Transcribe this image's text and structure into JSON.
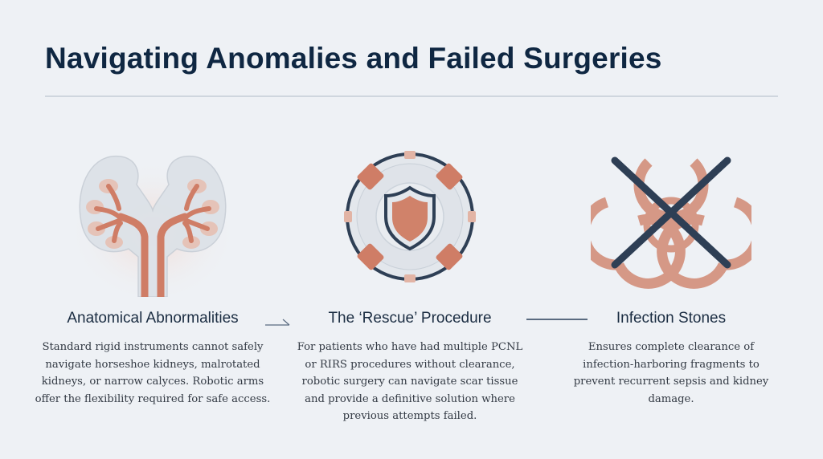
{
  "slide": {
    "title": "Navigating Anomalies and Failed Surgeries",
    "colors": {
      "background": "#eef1f5",
      "title": "#0f2742",
      "accent": "#d98d76",
      "dark": "#2e3f55"
    }
  },
  "columns": [
    {
      "icon": "kidney-icon",
      "heading": "Anatomical Abnormalities",
      "body": "Standard rigid instruments cannot safely navigate horseshoe kidneys, malrotated kidneys, or narrow calyces. Robotic arms offer the flexibility required for safe access."
    },
    {
      "icon": "lifebuoy-shield-icon",
      "heading": "The ‘Rescue’ Procedure",
      "body": "For patients who have had multiple PCNL or RIRS procedures without clearance, robotic surgery can navigate scar tissue and provide a definitive solution where previous attempts failed."
    },
    {
      "icon": "crossed-biohazard-icon",
      "heading": "Infection Stones",
      "body": "Ensures complete clearance of infection-harboring fragments to prevent recurrent sepsis and kidney damage."
    }
  ]
}
